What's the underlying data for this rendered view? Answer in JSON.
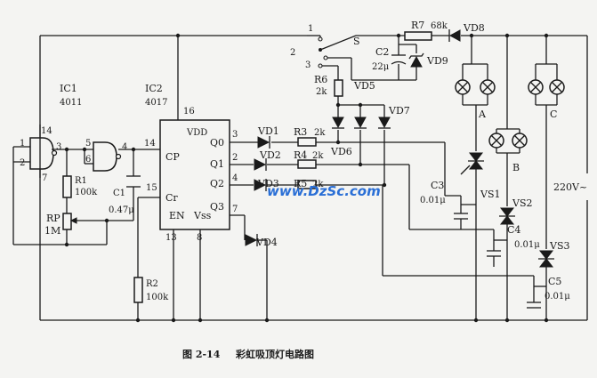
{
  "figure": {
    "caption_num": "图 2-14",
    "caption_text": "彩虹吸顶灯电路图",
    "watermark": "www.DzSc.com"
  },
  "ics": {
    "ic1": {
      "name": "IC1",
      "part": "4011"
    },
    "ic2": {
      "name": "IC2",
      "part": "4017"
    }
  },
  "ic2_pins": {
    "vdd": "VDD",
    "cp": "CP",
    "cr": "Cr",
    "en": "EN",
    "vss": "Vss",
    "q0": "Q0",
    "q1": "Q1",
    "q2": "Q2",
    "q3": "Q3"
  },
  "pin_numbers": {
    "p1": "1",
    "p2": "2",
    "p14a": "14",
    "p3": "3",
    "p7": "7",
    "p5": "5",
    "p6": "6",
    "p4": "4",
    "p14b": "14",
    "p16": "16",
    "p15": "15",
    "p13": "13",
    "p8": "8",
    "q0": "3",
    "q1": "2",
    "q2": "4",
    "q3": "7"
  },
  "components": {
    "r1": {
      "name": "R1",
      "value": "100k"
    },
    "rp": {
      "name": "RP",
      "value": "1M"
    },
    "c1": {
      "name": "C1",
      "value": "0.47μ"
    },
    "r2": {
      "name": "R2",
      "value": "100k"
    },
    "r3": {
      "name": "R3",
      "value": "2k"
    },
    "r4": {
      "name": "R4",
      "value": "2k"
    },
    "r5": {
      "name": "R5",
      "value": "2k"
    },
    "r6": {
      "name": "R6",
      "value": "2k"
    },
    "r7": {
      "name": "R7",
      "value": "68k"
    },
    "c2": {
      "name": "C2",
      "value": "22μ"
    },
    "c3": {
      "name": "C3",
      "value": "0.01μ"
    },
    "c4": {
      "name": "C4",
      "value": "0.01μ"
    },
    "c5": {
      "name": "C5",
      "value": "0.01μ"
    },
    "vd1": "VD1",
    "vd2": "VD2",
    "vd3": "VD3",
    "vd4": "VD4",
    "vd5": "VD5",
    "vd6": "VD6",
    "vd7": "VD7",
    "vd8": "VD8",
    "vd9": "VD9",
    "vs1": "VS1",
    "vs2": "VS2",
    "vs3": "VS3"
  },
  "switch": {
    "name": "S",
    "pos1": "1",
    "pos2": "2",
    "pos3": "3"
  },
  "lamps": {
    "a": "A",
    "b": "B",
    "c": "C"
  },
  "supply": "220V~"
}
